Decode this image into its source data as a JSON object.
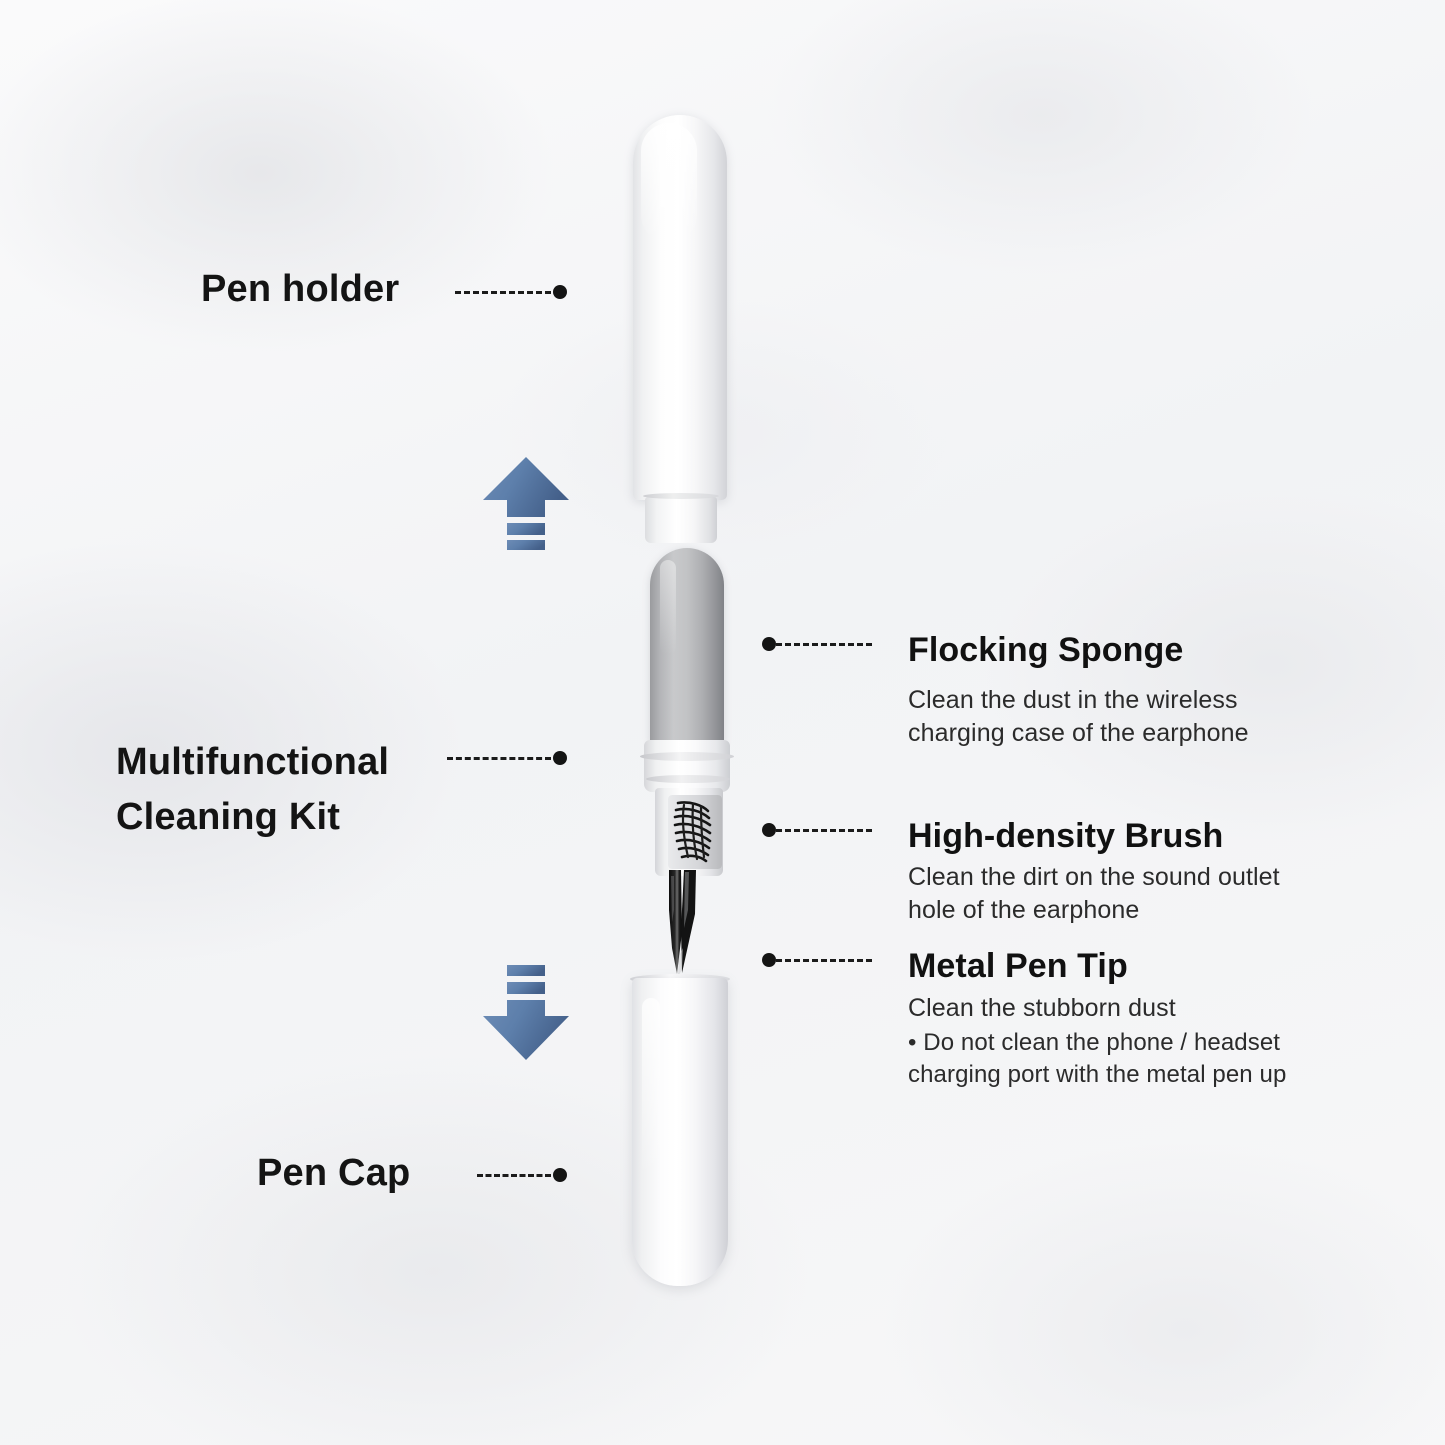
{
  "diagram": {
    "background_color": "#f6f6f7",
    "accent_color": "#5d7fab",
    "text_color": "#141414"
  },
  "left_labels": [
    {
      "id": "pen-holder",
      "text": "Pen holder"
    },
    {
      "id": "multifunctional-cleaning-kit",
      "text": "Multifunctional\nCleaning Kit"
    },
    {
      "id": "pen-cap",
      "text": "Pen Cap"
    }
  ],
  "right_callouts": [
    {
      "id": "flocking-sponge",
      "title": "Flocking Sponge",
      "description": "Clean the dust in the wireless\ncharging case of the earphone"
    },
    {
      "id": "high-density-brush",
      "title": "High-density Brush",
      "description": "Clean the dirt on the sound outlet\nhole of the earphone"
    },
    {
      "id": "metal-pen-tip",
      "title": "Metal Pen Tip",
      "description": "Clean the stubborn dust",
      "note": "• Do not clean the phone / headset\n   charging port with the metal pen up"
    }
  ],
  "arrows": [
    {
      "id": "arrow-up",
      "direction": "up",
      "color": "#5d7fab"
    },
    {
      "id": "arrow-down",
      "direction": "down",
      "color": "#5d7fab"
    }
  ],
  "product_parts": [
    {
      "id": "pen-holder",
      "name": "Pen holder",
      "color": "#ffffff"
    },
    {
      "id": "flocking-sponge",
      "name": "Flocking Sponge",
      "color": "#b8b9bc"
    },
    {
      "id": "high-density-brush",
      "name": "High-density Brush",
      "color": "#ffffff"
    },
    {
      "id": "metal-pen-tip",
      "name": "Metal Pen Tip",
      "color": "#1a1a1a"
    },
    {
      "id": "pen-cap",
      "name": "Pen Cap",
      "color": "#ffffff"
    }
  ]
}
